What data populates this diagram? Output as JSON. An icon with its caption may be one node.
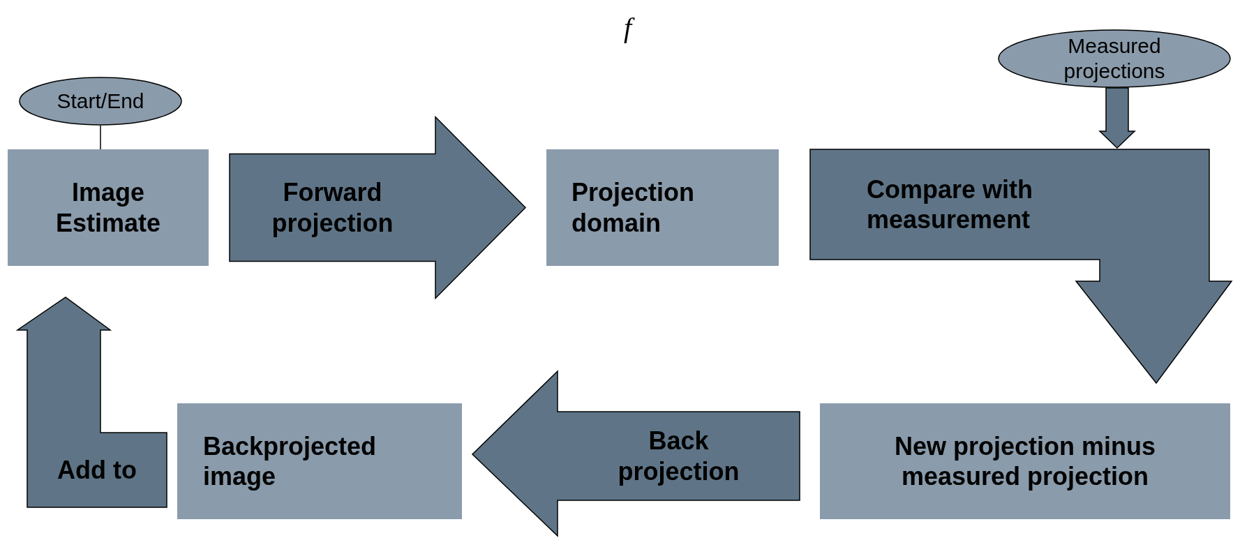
{
  "diagram": {
    "nodes": [
      {
        "text": [
          "Start/End"
        ]
      },
      {
        "text": [
          "Image Estimate"
        ]
      },
      {
        "text": [
          "Projection domain"
        ]
      },
      {
        "text": [
          "Measured projections"
        ]
      },
      {
        "text": [
          "New projection minus measured projection"
        ]
      },
      {
        "text": [
          "Backprojected image"
        ]
      }
    ],
    "edges": [
      {
        "from": 0,
        "to": 1,
        "arrow": "none"
      },
      {
        "from": 1,
        "to": 2,
        "arrow": "to",
        "label": "Forward projection"
      },
      {
        "from": 3,
        "to": null,
        "arrow": "to"
      },
      {
        "from": 2,
        "to": 4,
        "arrow": "to",
        "label": "Compare with measurement"
      },
      {
        "from": 4,
        "to": 5,
        "arrow": "to",
        "label": "Back projection"
      },
      {
        "from": 5,
        "to": 1,
        "arrow": "to",
        "label": "Add to"
      }
    ],
    "labels": [
      "f"
    ]
  }
}
